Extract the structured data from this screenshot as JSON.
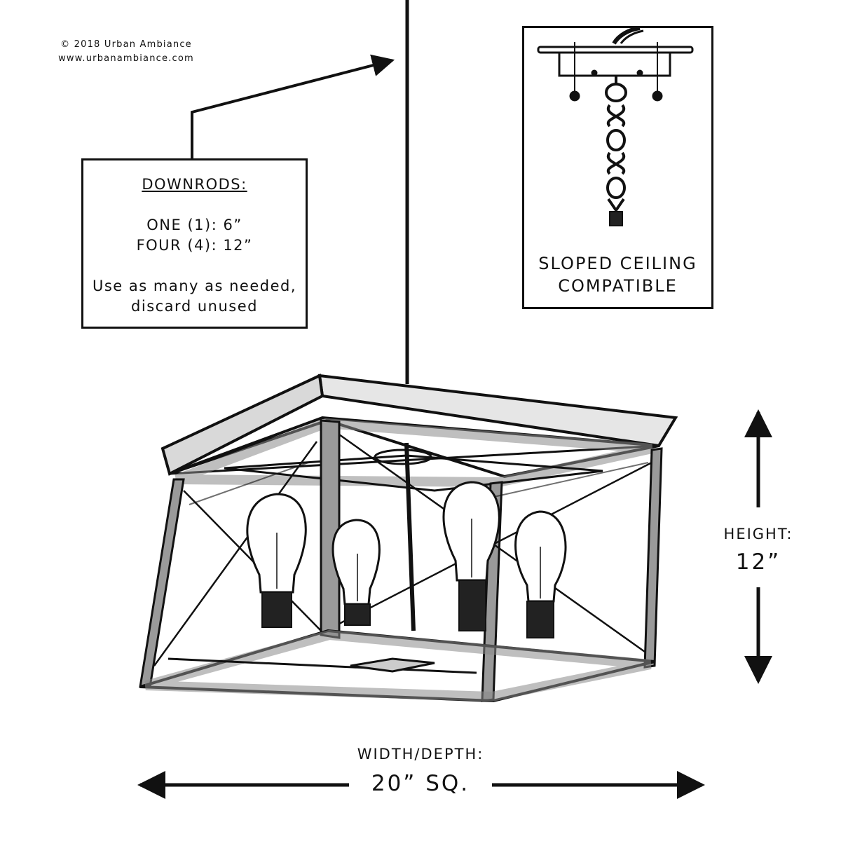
{
  "copyright": {
    "line1": "© 2018 Urban Ambiance",
    "line2": "www.urbanambiance.com"
  },
  "downrods_callout": {
    "heading": "DOWNRODS:",
    "one": "ONE (1): 6”",
    "four": "FOUR (4): 12”",
    "note_line1": "Use as many as needed,",
    "note_line2": "discard unused"
  },
  "sloped_callout": {
    "line1": "SLOPED CEILING",
    "line2": "COMPATIBLE"
  },
  "height_dimension": {
    "label": "HEIGHT:",
    "value": "12”"
  },
  "width_dimension": {
    "label": "WIDTH/DEPTH:",
    "value": "20” SQ."
  },
  "colors": {
    "line": "#111111",
    "background": "#ffffff",
    "wood": "#8a8a8a"
  },
  "icons": [
    "chain-icon",
    "ceiling-canopy-icon",
    "edison-bulb-icon",
    "light-fixture-icon",
    "arrow-icon"
  ]
}
